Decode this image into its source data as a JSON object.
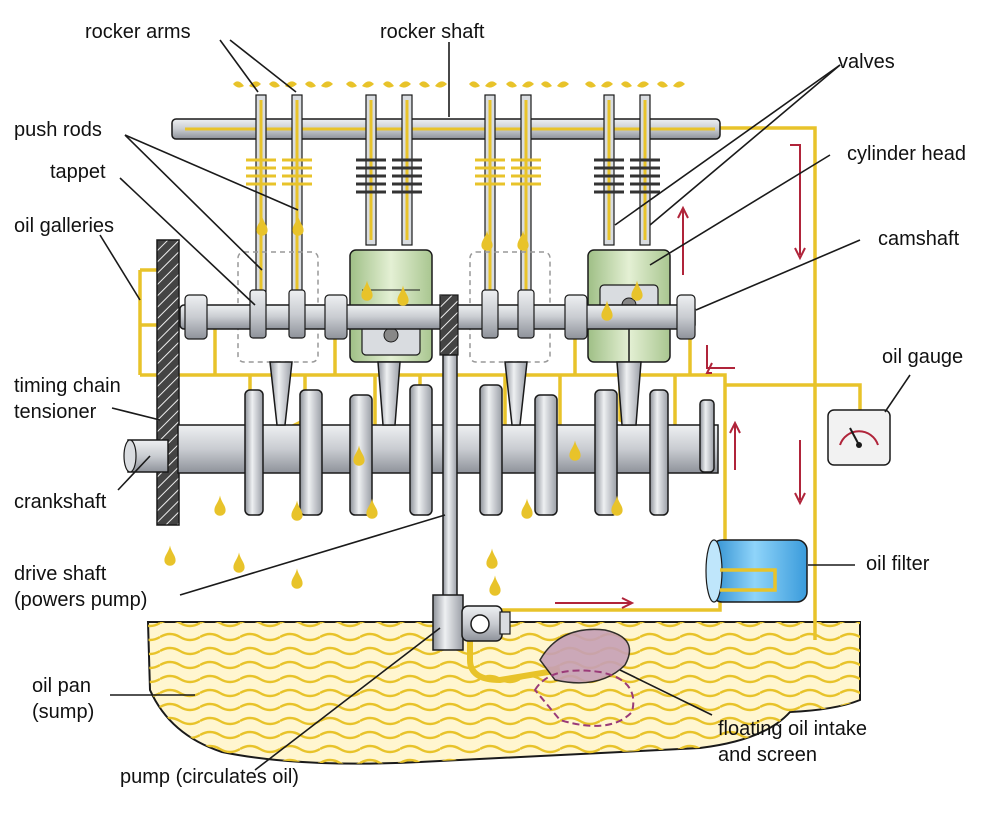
{
  "colors": {
    "oil": "#E8C32A",
    "oil_light": "#F3E3A0",
    "metal": "#C9CCD1",
    "metal_dark": "#7C8088",
    "piston": "#C8DDB0",
    "arrow": "#B0243A",
    "filter": "#5BB7EE",
    "outline": "#1A1A1A",
    "screen": "#9A6A86"
  },
  "labels": {
    "rocker_arms": "rocker arms",
    "rocker_shaft": "rocker shaft",
    "valves": "valves",
    "push_rods": "push rods",
    "cylinder_head": "cylinder head",
    "tappet": "tappet",
    "oil_galleries": "oil galleries",
    "camshaft": "camshaft",
    "oil_gauge": "oil gauge",
    "timing_chain_tensioner_1": "timing chain",
    "timing_chain_tensioner_2": "tensioner",
    "crankshaft": "crankshaft",
    "oil_filter": "oil filter",
    "drive_shaft_1": "drive shaft",
    "drive_shaft_2": "(powers pump)",
    "oil_pan_1": "oil pan",
    "oil_pan_2": "(sump)",
    "floating_intake_1": "floating oil intake",
    "floating_intake_2": "and screen",
    "pump": "pump (circulates oil)"
  }
}
